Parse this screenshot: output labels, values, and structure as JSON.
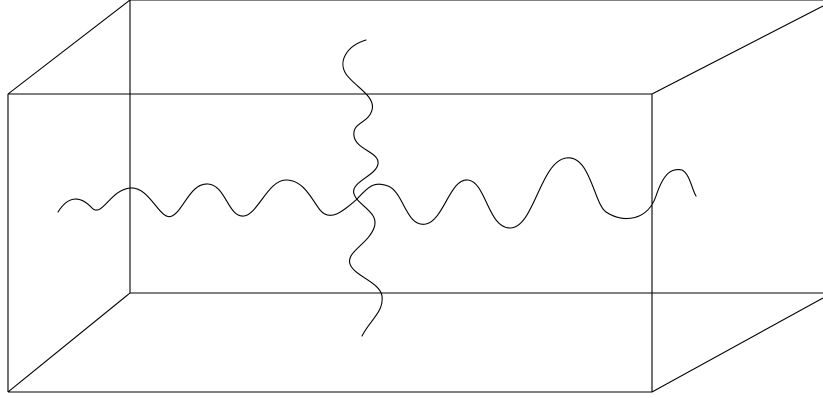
{
  "diagram": {
    "type": "wireframe-box-with-wavy-lines",
    "line_color": "#000000",
    "background_color": "#ffffff",
    "shapes": [
      "box",
      "horizontal-wavy-line",
      "vertical-wavy-line"
    ]
  }
}
